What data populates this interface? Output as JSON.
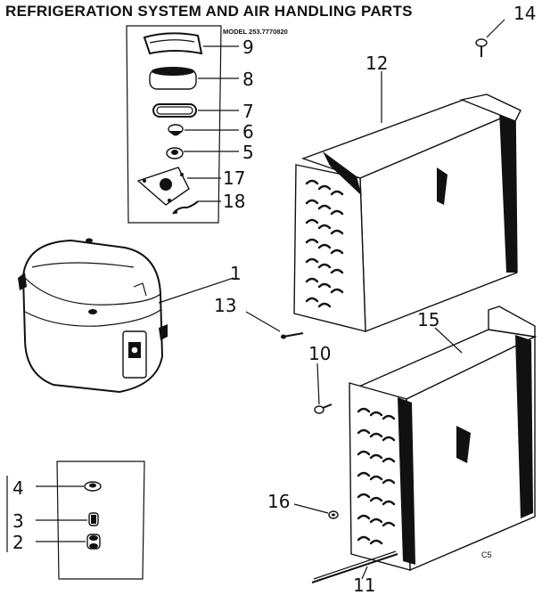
{
  "title": "REFRIGERATION SYSTEM AND AIR HANDLING PARTS",
  "model": "MODEL 253.7770820",
  "page_code": "C5",
  "callouts": {
    "c1": "1",
    "c2": "2",
    "c3": "3",
    "c4": "4",
    "c5": "5",
    "c6": "6",
    "c7": "7",
    "c8": "8",
    "c9": "9",
    "c10": "10",
    "c11": "11",
    "c12": "12",
    "c13": "13",
    "c14": "14",
    "c15": "15",
    "c16": "16",
    "c17": "17",
    "c18": "18"
  }
}
